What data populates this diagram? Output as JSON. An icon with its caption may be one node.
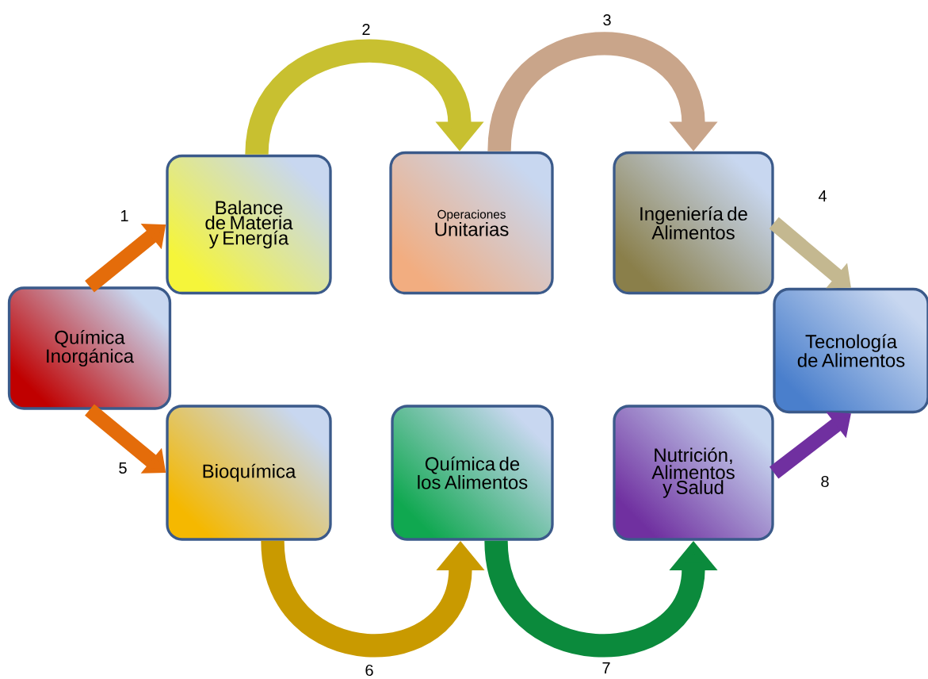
{
  "diagram": {
    "nodes": [
      {
        "text": [
          "Química Inorgánica"
        ]
      },
      {
        "text": [
          "Balance de Materia y Energía"
        ]
      },
      {
        "text": [
          "Operaciones",
          "Unitarias"
        ]
      },
      {
        "text": [
          "Ingeniería de Alimentos"
        ]
      },
      {
        "text": [
          "Tecnología de Alimentos"
        ]
      },
      {
        "text": [
          "Bioquímica"
        ]
      },
      {
        "text": [
          "Química de los Alimentos"
        ]
      },
      {
        "text": [
          "Nutrición, Alimentos y Salud"
        ]
      }
    ],
    "edges": [
      {
        "from": 0,
        "to": 1,
        "arrow": "to",
        "label": "1",
        "color": "#e46c0a"
      },
      {
        "from": 1,
        "to": 2,
        "arrow": "to",
        "label": "2",
        "color": "#c8c030"
      },
      {
        "from": 2,
        "to": 3,
        "arrow": "to",
        "label": "3",
        "color": "#c9a58a"
      },
      {
        "from": 3,
        "to": 4,
        "arrow": "to",
        "label": "4",
        "color": "#c4b890"
      },
      {
        "from": 0,
        "to": 5,
        "arrow": "to",
        "label": "5",
        "color": "#e46c0a"
      },
      {
        "from": 5,
        "to": 6,
        "arrow": "to",
        "label": "6",
        "color": "#c99a00"
      },
      {
        "from": 6,
        "to": 7,
        "arrow": "to",
        "label": "7",
        "color": "#0b8a3c"
      },
      {
        "from": 7,
        "to": 4,
        "arrow": "to",
        "label": "8",
        "color": "#7030a0"
      }
    ]
  }
}
